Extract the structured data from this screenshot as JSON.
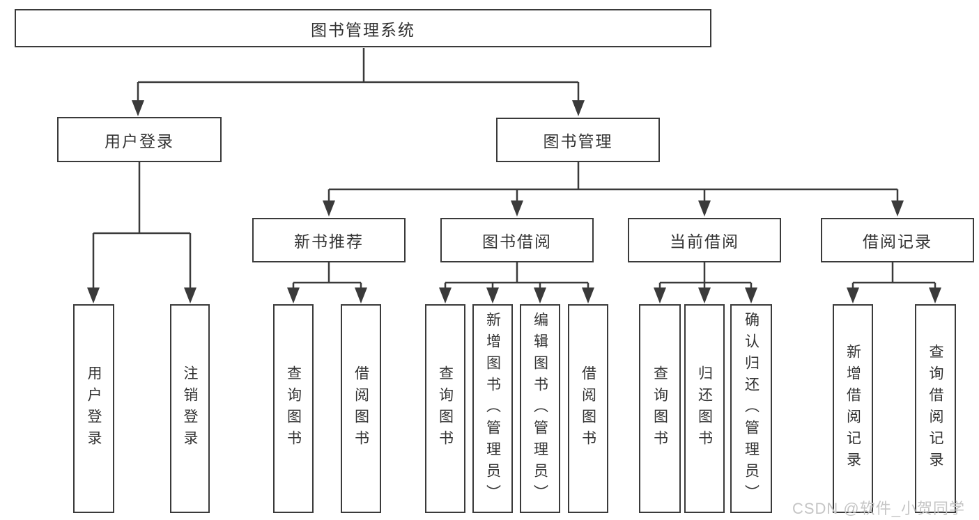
{
  "diagram": {
    "title": "图书管理系统",
    "branches": [
      {
        "label": "用户登录",
        "children": [
          {
            "label": "用户登录"
          },
          {
            "label": "注销登录"
          }
        ]
      },
      {
        "label": "图书管理",
        "children": [
          {
            "label": "新书推荐",
            "children": [
              {
                "label": "查询图书"
              },
              {
                "label": "借阅图书"
              }
            ]
          },
          {
            "label": "图书借阅",
            "children": [
              {
                "label": "查询图书"
              },
              {
                "label": "新增图书（管理员）"
              },
              {
                "label": "编辑图书（管理员）"
              },
              {
                "label": "借阅图书"
              }
            ]
          },
          {
            "label": "当前借阅",
            "children": [
              {
                "label": "查询图书"
              },
              {
                "label": "归还图书"
              },
              {
                "label": "确认归还（管理员）"
              }
            ]
          },
          {
            "label": "借阅记录",
            "children": [
              {
                "label": "新增借阅记录"
              },
              {
                "label": "查询借阅记录"
              }
            ]
          }
        ]
      }
    ]
  },
  "watermark": {
    "text": "CSDN @软件_小贺同学"
  },
  "colors": {
    "line": "#3a3a3a",
    "text": "#333333",
    "background": "#ffffff",
    "watermark": "#c5c5c5"
  }
}
